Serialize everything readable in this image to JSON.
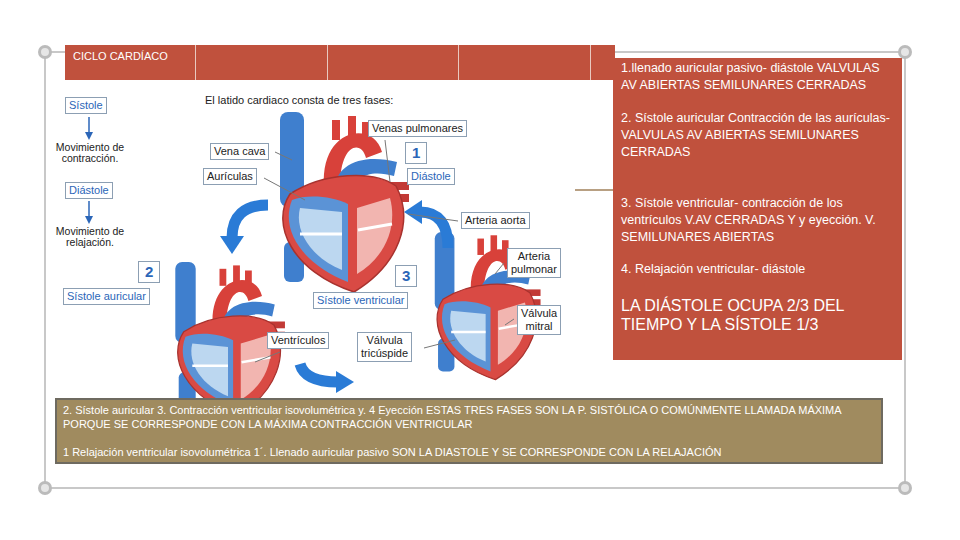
{
  "diagram": {
    "nodes": [
      {
        "text": [
          "CICLO CARDÍACO"
        ]
      },
      {
        "text": [
          "Sístole"
        ]
      },
      {
        "text": [
          "Diástole"
        ]
      },
      {
        "text": [
          "Venas pulmonares"
        ]
      },
      {
        "text": [
          "Vena cava"
        ]
      },
      {
        "text": [
          "1"
        ]
      },
      {
        "text": [
          "Aurículas"
        ]
      },
      {
        "text": [
          "Diástole"
        ]
      },
      {
        "text": [
          "Arteria aorta"
        ]
      },
      {
        "text": [
          "2"
        ]
      },
      {
        "text": [
          "Arteria pulmonar"
        ]
      },
      {
        "text": [
          "3"
        ]
      },
      {
        "text": [
          "Sístole auricular"
        ]
      },
      {
        "text": [
          "Sístole ventricular"
        ]
      },
      {
        "text": [
          "Válvula mitral"
        ]
      },
      {
        "text": [
          "Ventrículos"
        ]
      },
      {
        "text": [
          "Válvula tricúspide"
        ]
      },
      {
        "text": [
          "1.llenado auricular pasivo- diástole VALVULAS AV ABIERTAS SEMILUNARES CERRADAS",
          "2. Sístole auricular Contracción de las aurículas-VALVULAS AV ABIERTAS SEMILUNARES CERRADAS",
          "3. Sístole ventricular- contracción de los ventrículos V.AV CERRADAS Y y eyección. V. SEMILUNARES ABIERTAS",
          "4. Relajación ventricular- diástole",
          "LA DIÁSTOLE OCUPA 2/3 DEL TIEMPO Y LA SÍSTOLE 1/3"
        ]
      },
      {
        "text": [
          "2. Sístole auricular 3. Contracción ventricular isovolumétrica y. 4 Eyección ESTAS TRES FASES SON LA P. SISTÓLICA O COMÚNMENTE LLAMADA MÁXIMA PORQUE SE CORRESPONDE CON LA MÁXIMA CONTRACCIÓN VENTRICULAR",
          "1 Relajación ventricular isovolumétrica 1´. Llenado auricular pasivo SON LA DIASTOLE Y SE CORRESPONDE CON LA RELAJACIÓN"
        ]
      }
    ],
    "labels": [
      "El latido cardiaco consta de tres fases:",
      "Movimiento de contracción.",
      "Movimiento de relajación."
    ]
  }
}
